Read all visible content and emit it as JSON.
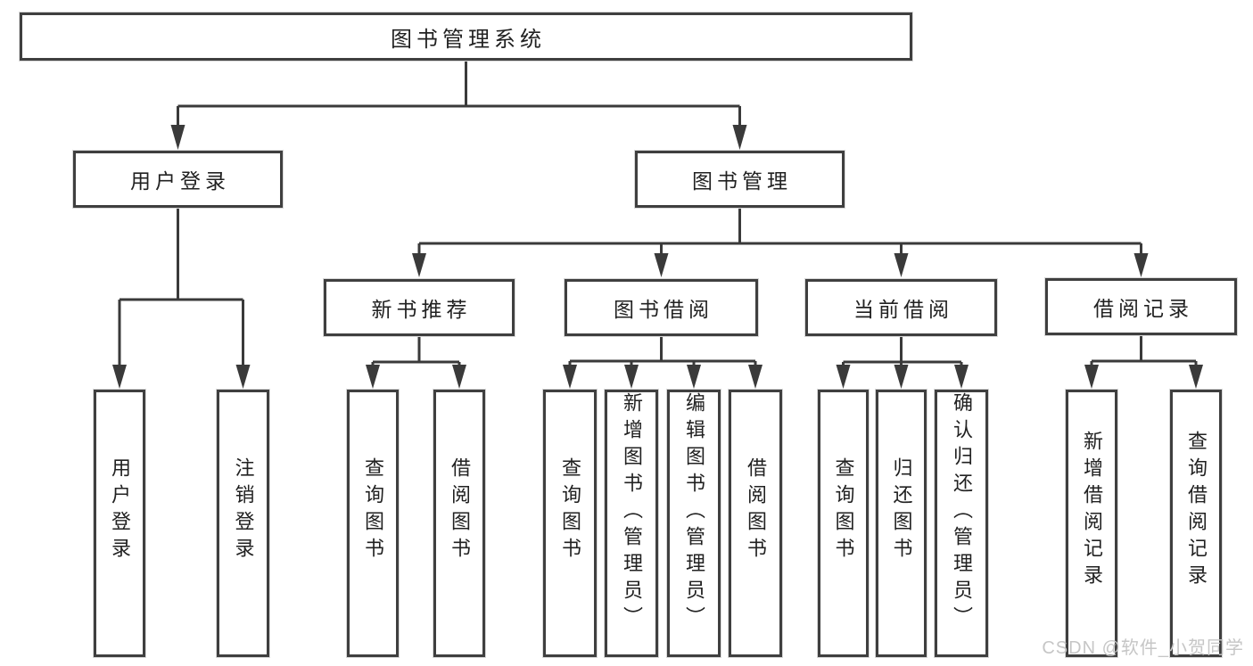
{
  "diagram_type": "hierarchy-tree",
  "colors": {
    "background": "#FFFFFF",
    "line": "#3A3A3A",
    "box_border": "#3F3F3F",
    "text": "#212121",
    "watermark": "#C6C6C6"
  },
  "tree": {
    "root": {
      "label": "图书管理系统",
      "children": [
        {
          "label": "用户登录",
          "children": [
            {
              "label": "用户登录"
            },
            {
              "label": "注销登录"
            }
          ]
        },
        {
          "label": "图书管理",
          "children": [
            {
              "label": "新书推荐",
              "children": [
                {
                  "label": "查询图书"
                },
                {
                  "label": "借阅图书"
                }
              ]
            },
            {
              "label": "图书借阅",
              "children": [
                {
                  "label": "查询图书"
                },
                {
                  "label": "新增图书（管理员）"
                },
                {
                  "label": "编辑图书（管理员）"
                },
                {
                  "label": "借阅图书"
                }
              ]
            },
            {
              "label": "当前借阅",
              "children": [
                {
                  "label": "查询图书"
                },
                {
                  "label": "归还图书"
                },
                {
                  "label": "确认归还（管理员）"
                }
              ]
            },
            {
              "label": "借阅记录",
              "children": [
                {
                  "label": "新增借阅记录"
                },
                {
                  "label": "查询借阅记录"
                }
              ]
            }
          ]
        }
      ]
    }
  },
  "watermark": {
    "text": "CSDN @软件_小贺同学"
  }
}
